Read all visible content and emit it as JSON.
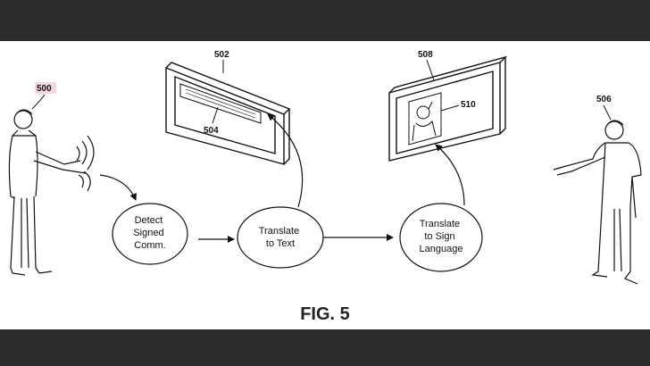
{
  "figure": {
    "label": "FIG. 5"
  },
  "refs": {
    "signer": "500",
    "display_text": "502",
    "text_field": "504",
    "display_avatar": "508",
    "avatar": "510",
    "viewer": "506"
  },
  "nodes": {
    "detect": [
      "Detect",
      "Signed",
      "Comm."
    ],
    "translate_text": [
      "Translate",
      "to Text"
    ],
    "translate_sign": [
      "Translate",
      "to Sign",
      "Language"
    ]
  },
  "colors": {
    "line": "#111111",
    "bar": "#2b2b2b",
    "ref_highlight": "#f3d6df"
  }
}
